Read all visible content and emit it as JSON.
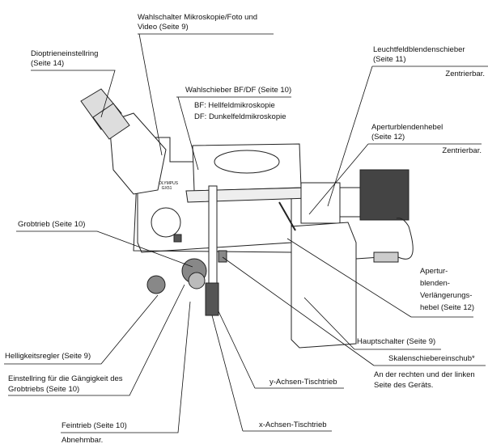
{
  "labels": {
    "mode_switch": {
      "line1": "Wahlschalter Mikroskopie/Foto und",
      "line2": "Video (Seite 9)"
    },
    "diopter": {
      "line1": "Dioptrieneinstellring",
      "line2": "(Seite 14)"
    },
    "field_stop": {
      "line1": "Leuchtfeldblendenschieber",
      "line2": "(Seite 11)",
      "note": "Zentrierbar."
    },
    "bf_df": {
      "title": "Wahlschieber BF/DF (Seite 10)",
      "bf": "BF:  Hellfeldmikroskopie",
      "df": "DF:  Dunkelfeldmikroskopie"
    },
    "aperture_lever": {
      "line1": "Aperturblendenhebel",
      "line2": "(Seite 12)",
      "note": "Zentrierbar."
    },
    "coarse": {
      "text": "Grobtrieb (Seite 10)"
    },
    "aperture_ext": {
      "line1": "Apertur-",
      "line2": "blenden-",
      "line3": "Verlängerungs-",
      "line4": "hebel (Seite 12)"
    },
    "main_switch": {
      "text": "Hauptschalter (Seite 9)"
    },
    "brightness": {
      "text": "Helligkeitsregler (Seite 9)"
    },
    "tension": {
      "line1": "Einstellring für die Gängigkeit des",
      "line2": "Grobtriebs (Seite 10)"
    },
    "scale_slot": {
      "title": "Skalenschiebereinschub*",
      "line1": "An der rechten und der linken",
      "line2": "Seite des Geräts."
    },
    "y_stage": {
      "text": "y-Achsen-Tischtrieb"
    },
    "x_stage": {
      "text": "x-Achsen-Tischtrieb"
    },
    "fine": {
      "text": "Feintrieb (Seite 10)",
      "note": "Abnehmbar."
    }
  },
  "logo": {
    "brand": "OLYMPUS",
    "model": "GX51"
  }
}
